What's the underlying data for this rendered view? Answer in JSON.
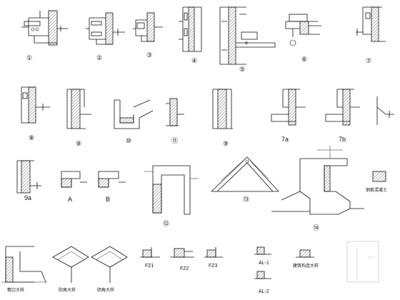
{
  "detail_labels": {
    "d1": "①",
    "d2": "②",
    "d3": "③",
    "d4": "④",
    "d5": "⑤",
    "d6": "⑥",
    "d7": "⑦",
    "d8": "⑧",
    "d9": "⑨",
    "d10": "⑩",
    "d11": "⑪",
    "d7a": "7a",
    "d7b": "7b",
    "d9a": "9a",
    "dA": "A",
    "dB": "B",
    "d12": "⑫",
    "d13": "⑬",
    "d14": "⑭"
  },
  "bottom_labels": {
    "wall": "檐口大样",
    "corner1": "阳角大样",
    "corner2": "阴角大样",
    "fz1": "FZ1",
    "fz2": "FZ2",
    "fz3": "FZ3",
    "al1": "AL-1",
    "al2": "AL-2",
    "note": "建筑构造大样"
  },
  "legend_label": "钢筋混凝土"
}
